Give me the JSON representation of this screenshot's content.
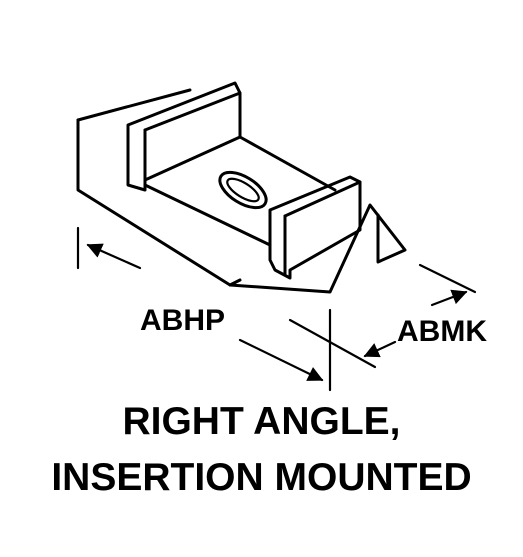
{
  "figure": {
    "dimension_labels": {
      "length": "ABHP",
      "width": "ABMK"
    },
    "caption": {
      "line1": "RIGHT ANGLE,",
      "line2": "INSERTION MOUNTED"
    },
    "colors": {
      "ink": "#000000",
      "background": "#ffffff"
    }
  }
}
